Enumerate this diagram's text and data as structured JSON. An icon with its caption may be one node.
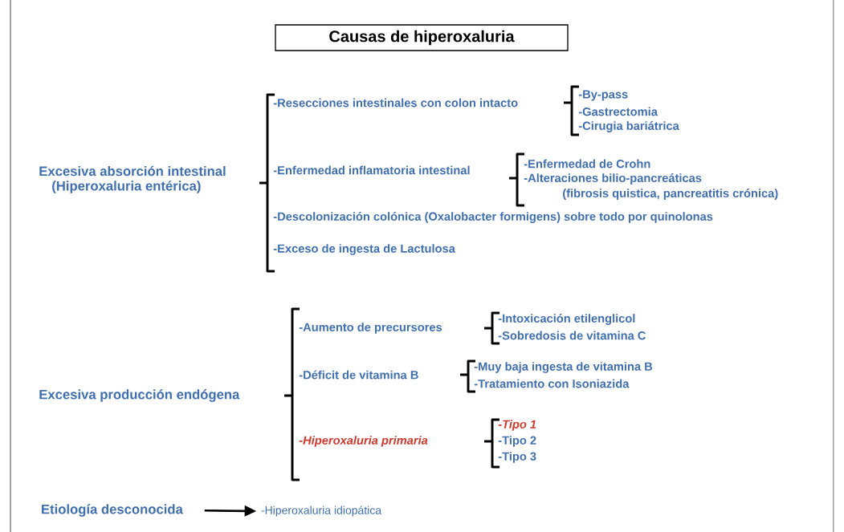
{
  "diagram": {
    "title": "Causas de hiperoxaluria",
    "nodes": [
      {
        "text": [
          "Etiología desconocida"
        ]
      },
      {
        "text": [
          "-Hiperoxaluria idiopática"
        ]
      }
    ],
    "edges": [
      {
        "from": 0,
        "to": 1,
        "arrow": "to"
      }
    ],
    "labels": [
      "Excesiva absorción intestinal",
      "(Hiperoxaluria entérica)",
      "-Resecciones intestinales con colon intacto",
      "-By-pass",
      "-Gastrectomia",
      "-Cirugia bariátrica",
      "-Enfermedad inflamatoria intestinal",
      "-Enfermedad de Crohn",
      "-Alteraciones bilio-pancreáticas",
      "(fibrosis quistica, pancreatitis crónica)",
      "-Descolonización colónica (Oxalobacter formigens) sobre todo por quinolonas",
      "-Exceso de ingesta de Lactulosa",
      "Excesiva producción endógena",
      "-Aumento de precursores",
      "-Intoxicación etilenglicol",
      "-Sobredosis de vitamina C",
      "-Déficit de vitamina B",
      "-Muy baja ingesta de vitamina B",
      "-Tratamiento con Isoniazida",
      "-Hiperoxaluria primaria",
      "-Tipo 1",
      "-Tipo 2",
      "-Tipo 3"
    ]
  }
}
